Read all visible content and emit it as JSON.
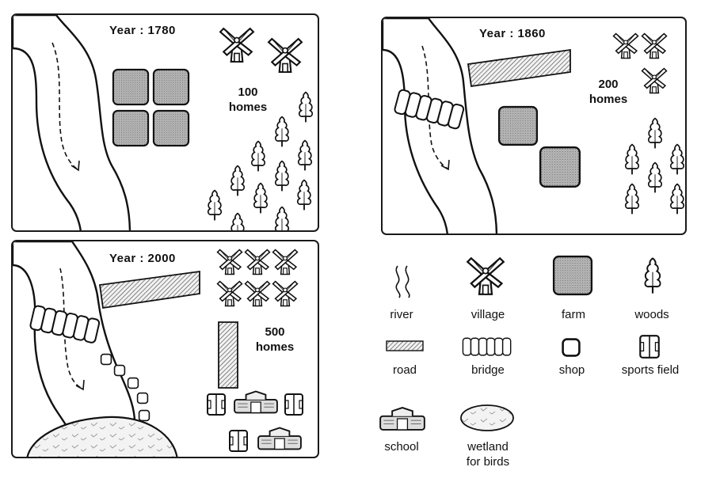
{
  "maps": [
    {
      "year_label": "Year : 1780",
      "homes_count": "100",
      "homes_word": "homes"
    },
    {
      "year_label": "Year : 1860",
      "homes_count": "200",
      "homes_word": "homes"
    },
    {
      "year_label": "Year : 2000",
      "homes_count": "500",
      "homes_word": "homes"
    }
  ],
  "legend": {
    "river": "river",
    "village": "village",
    "farm": "farm",
    "woods": "woods",
    "road": "road",
    "bridge": "bridge",
    "shop": "shop",
    "sports_field": "sports field",
    "school": "school",
    "wetland_line1": "wetland",
    "wetland_line2": "for birds"
  }
}
